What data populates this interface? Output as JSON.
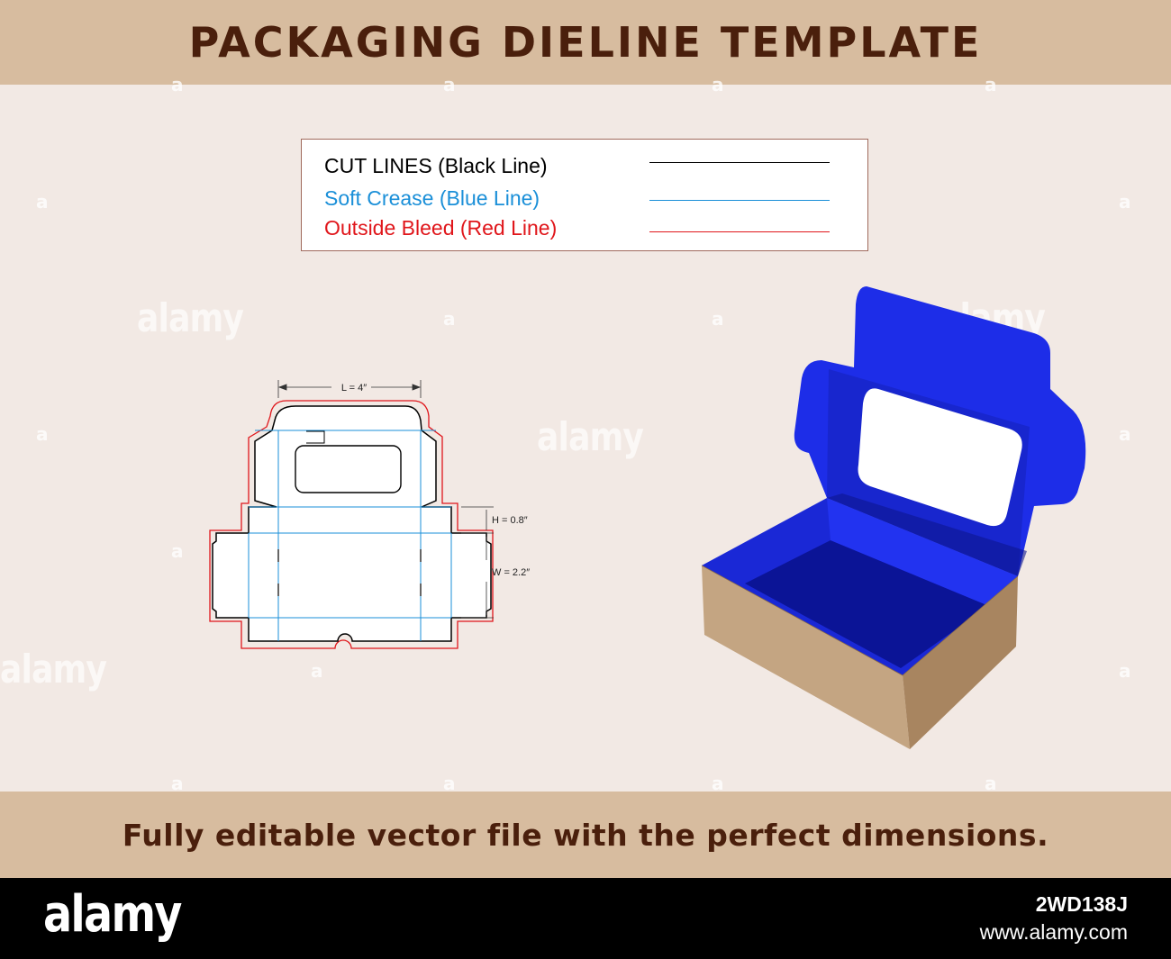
{
  "header": {
    "title": "PACKAGING DIELINE TEMPLATE"
  },
  "legend": {
    "cut": {
      "label": "CUT LINES (Black Line)",
      "color": "#000000"
    },
    "crease": {
      "label": "Soft Crease (Blue Line)",
      "color": "#1a8fd8"
    },
    "bleed": {
      "label": "Outside Bleed (Red Line)",
      "color": "#e0161b"
    }
  },
  "dieline": {
    "length_label": "L = 4″",
    "height_label": "H = 0.8″",
    "width_label": "W = 2.2″"
  },
  "box_colors": {
    "inside": "#1d2de8",
    "outside": "#c4a582"
  },
  "watermark": {
    "text": "alamy",
    "letter": "a"
  },
  "footer": {
    "tagline": "Fully editable vector file with the perfect dimensions."
  },
  "stock": {
    "logo": "alamy",
    "image_id": "2WD138J",
    "url": "www.alamy.com"
  }
}
